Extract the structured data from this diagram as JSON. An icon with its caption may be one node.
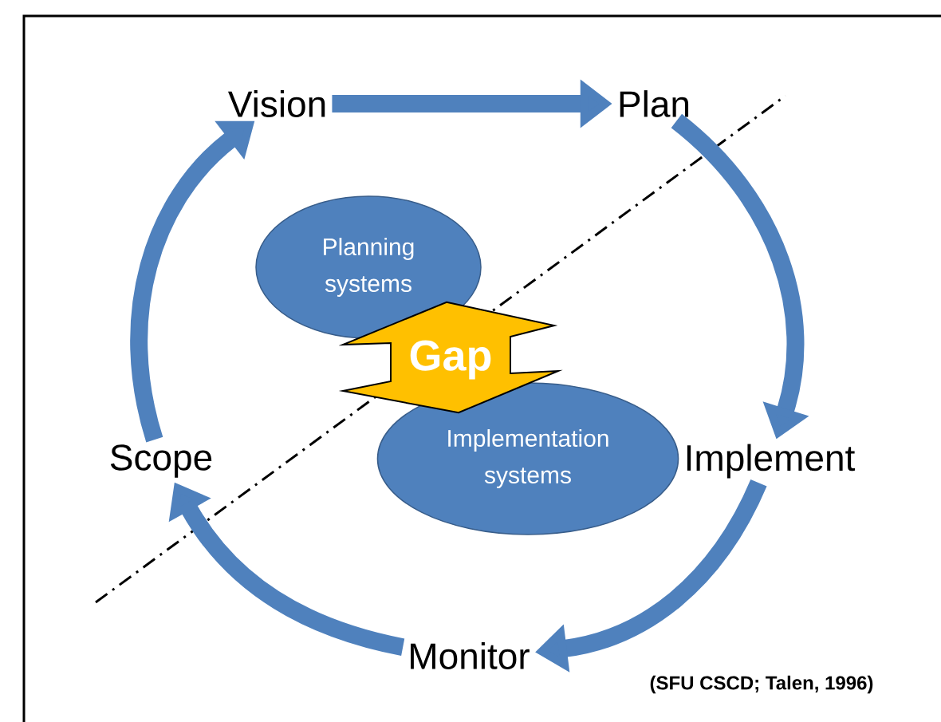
{
  "diagram": {
    "nodes": [
      {
        "text": [
          "Vision"
        ]
      },
      {
        "text": [
          "Plan"
        ]
      },
      {
        "text": [
          "Implement"
        ]
      },
      {
        "text": [
          "Monitor"
        ]
      },
      {
        "text": [
          "Scope"
        ]
      },
      {
        "text": [
          "Planning systems"
        ]
      },
      {
        "text": [
          "Implementation systems"
        ]
      }
    ],
    "edges": [
      {
        "from": 0,
        "to": 1,
        "arrow": "to"
      },
      {
        "from": 1,
        "to": 2,
        "arrow": "to"
      },
      {
        "from": 2,
        "to": 3,
        "arrow": "to"
      },
      {
        "from": 3,
        "to": 4,
        "arrow": "to"
      },
      {
        "from": 4,
        "to": 0,
        "arrow": "to"
      },
      {
        "from": 5,
        "to": 6,
        "arrow": "both",
        "label": "Gap"
      }
    ],
    "labels": [
      "(SFU CSCD; Talen, 1996)"
    ]
  }
}
